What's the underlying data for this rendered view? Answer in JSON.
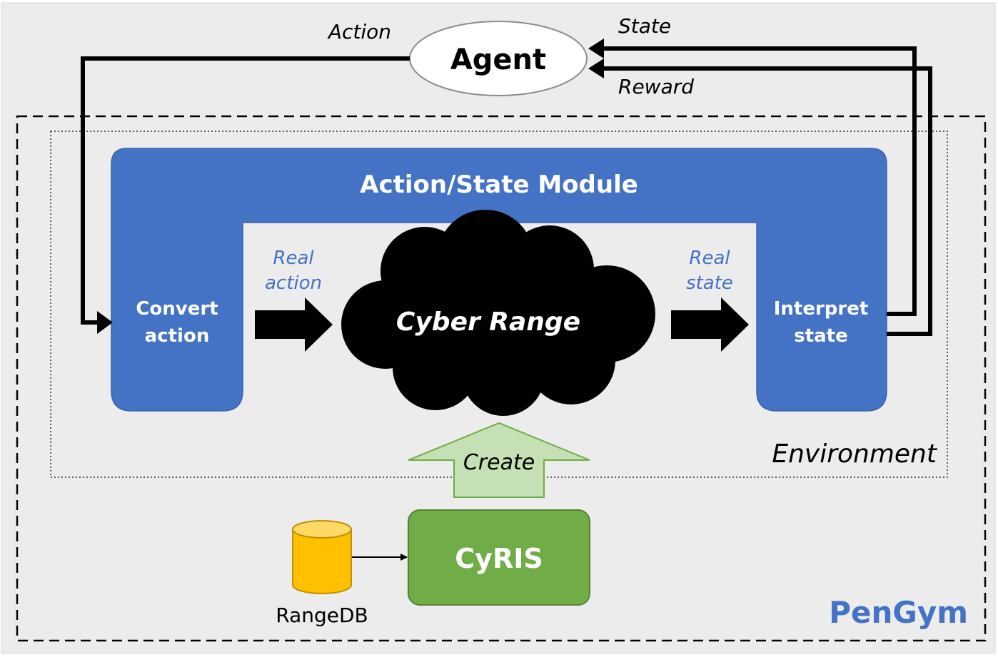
{
  "agent": {
    "label": "Agent"
  },
  "arrows": {
    "action": "Action",
    "state": "State",
    "reward": "Reward",
    "real_action_1": "Real",
    "real_action_2": "action",
    "real_state_1": "Real",
    "real_state_2": "state",
    "create": "Create"
  },
  "module": {
    "title": "Action/State Module",
    "convert_1": "Convert",
    "convert_2": "action",
    "interpret_1": "Interpret",
    "interpret_2": "state"
  },
  "cyber_range": {
    "label": "Cyber Range"
  },
  "environment": {
    "label": "Environment"
  },
  "cyris": {
    "label": "CyRIS"
  },
  "rangedb": {
    "label": "RangeDB"
  },
  "pengym": {
    "label": "PenGym"
  },
  "colors": {
    "background": "#ececec",
    "module_blue": "#4472c4",
    "title_blue": "#4472c4",
    "cyris_green": "#70ad47",
    "create_arrow_fill": "#c5e0b4",
    "db_yellow": "#ffc000",
    "black": "#000000"
  }
}
